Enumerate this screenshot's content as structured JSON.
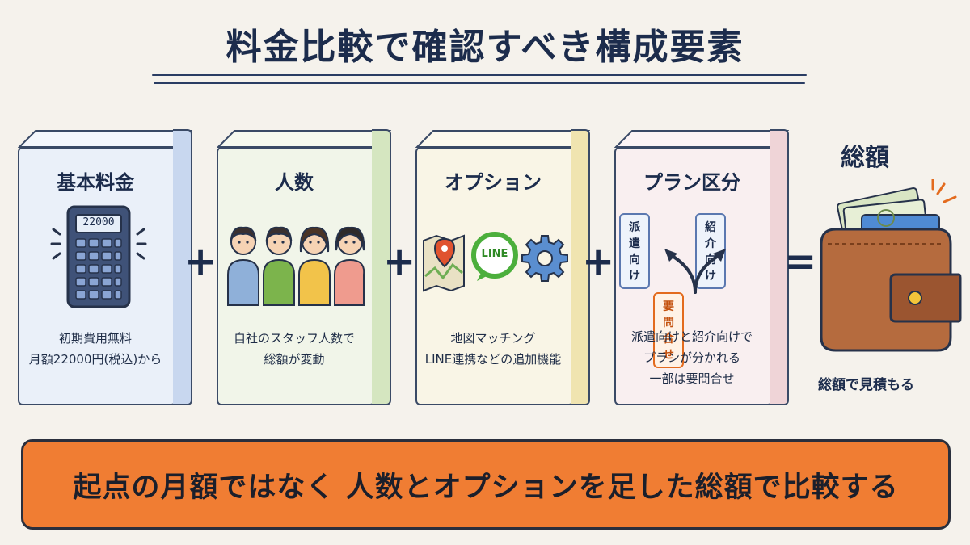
{
  "title": "料金比較で確認すべき構成要素",
  "cards": [
    {
      "heading": "基本料金",
      "calculator_display": "22000",
      "desc_lines": [
        "初期費用無料",
        "月額22000円(税込)から"
      ]
    },
    {
      "heading": "人数",
      "desc_lines": [
        "自社のスタッフ人数で",
        "総額が変動"
      ]
    },
    {
      "heading": "オプション",
      "line_icon_text": "LINE",
      "desc_lines": [
        "地図マッチング",
        "LINE連携などの追加機能"
      ]
    },
    {
      "heading": "プラン区分",
      "tags": [
        "派遣向け",
        "紹介向け",
        "要問合せ"
      ],
      "desc_lines": [
        "派遣向けと紹介向けで",
        "プランが分かれる",
        "一部は要問合せ"
      ]
    }
  ],
  "operators": {
    "plus": "+",
    "equals": "="
  },
  "total": {
    "label": "総額",
    "desc": "総額で見積もる"
  },
  "banner": "起点の月額ではなく 人数とオプションを足した総額で比較する",
  "colors": {
    "navy": "#1c2c4c",
    "banner_orange": "#f07d33",
    "accent_orange": "#e36b1e"
  }
}
